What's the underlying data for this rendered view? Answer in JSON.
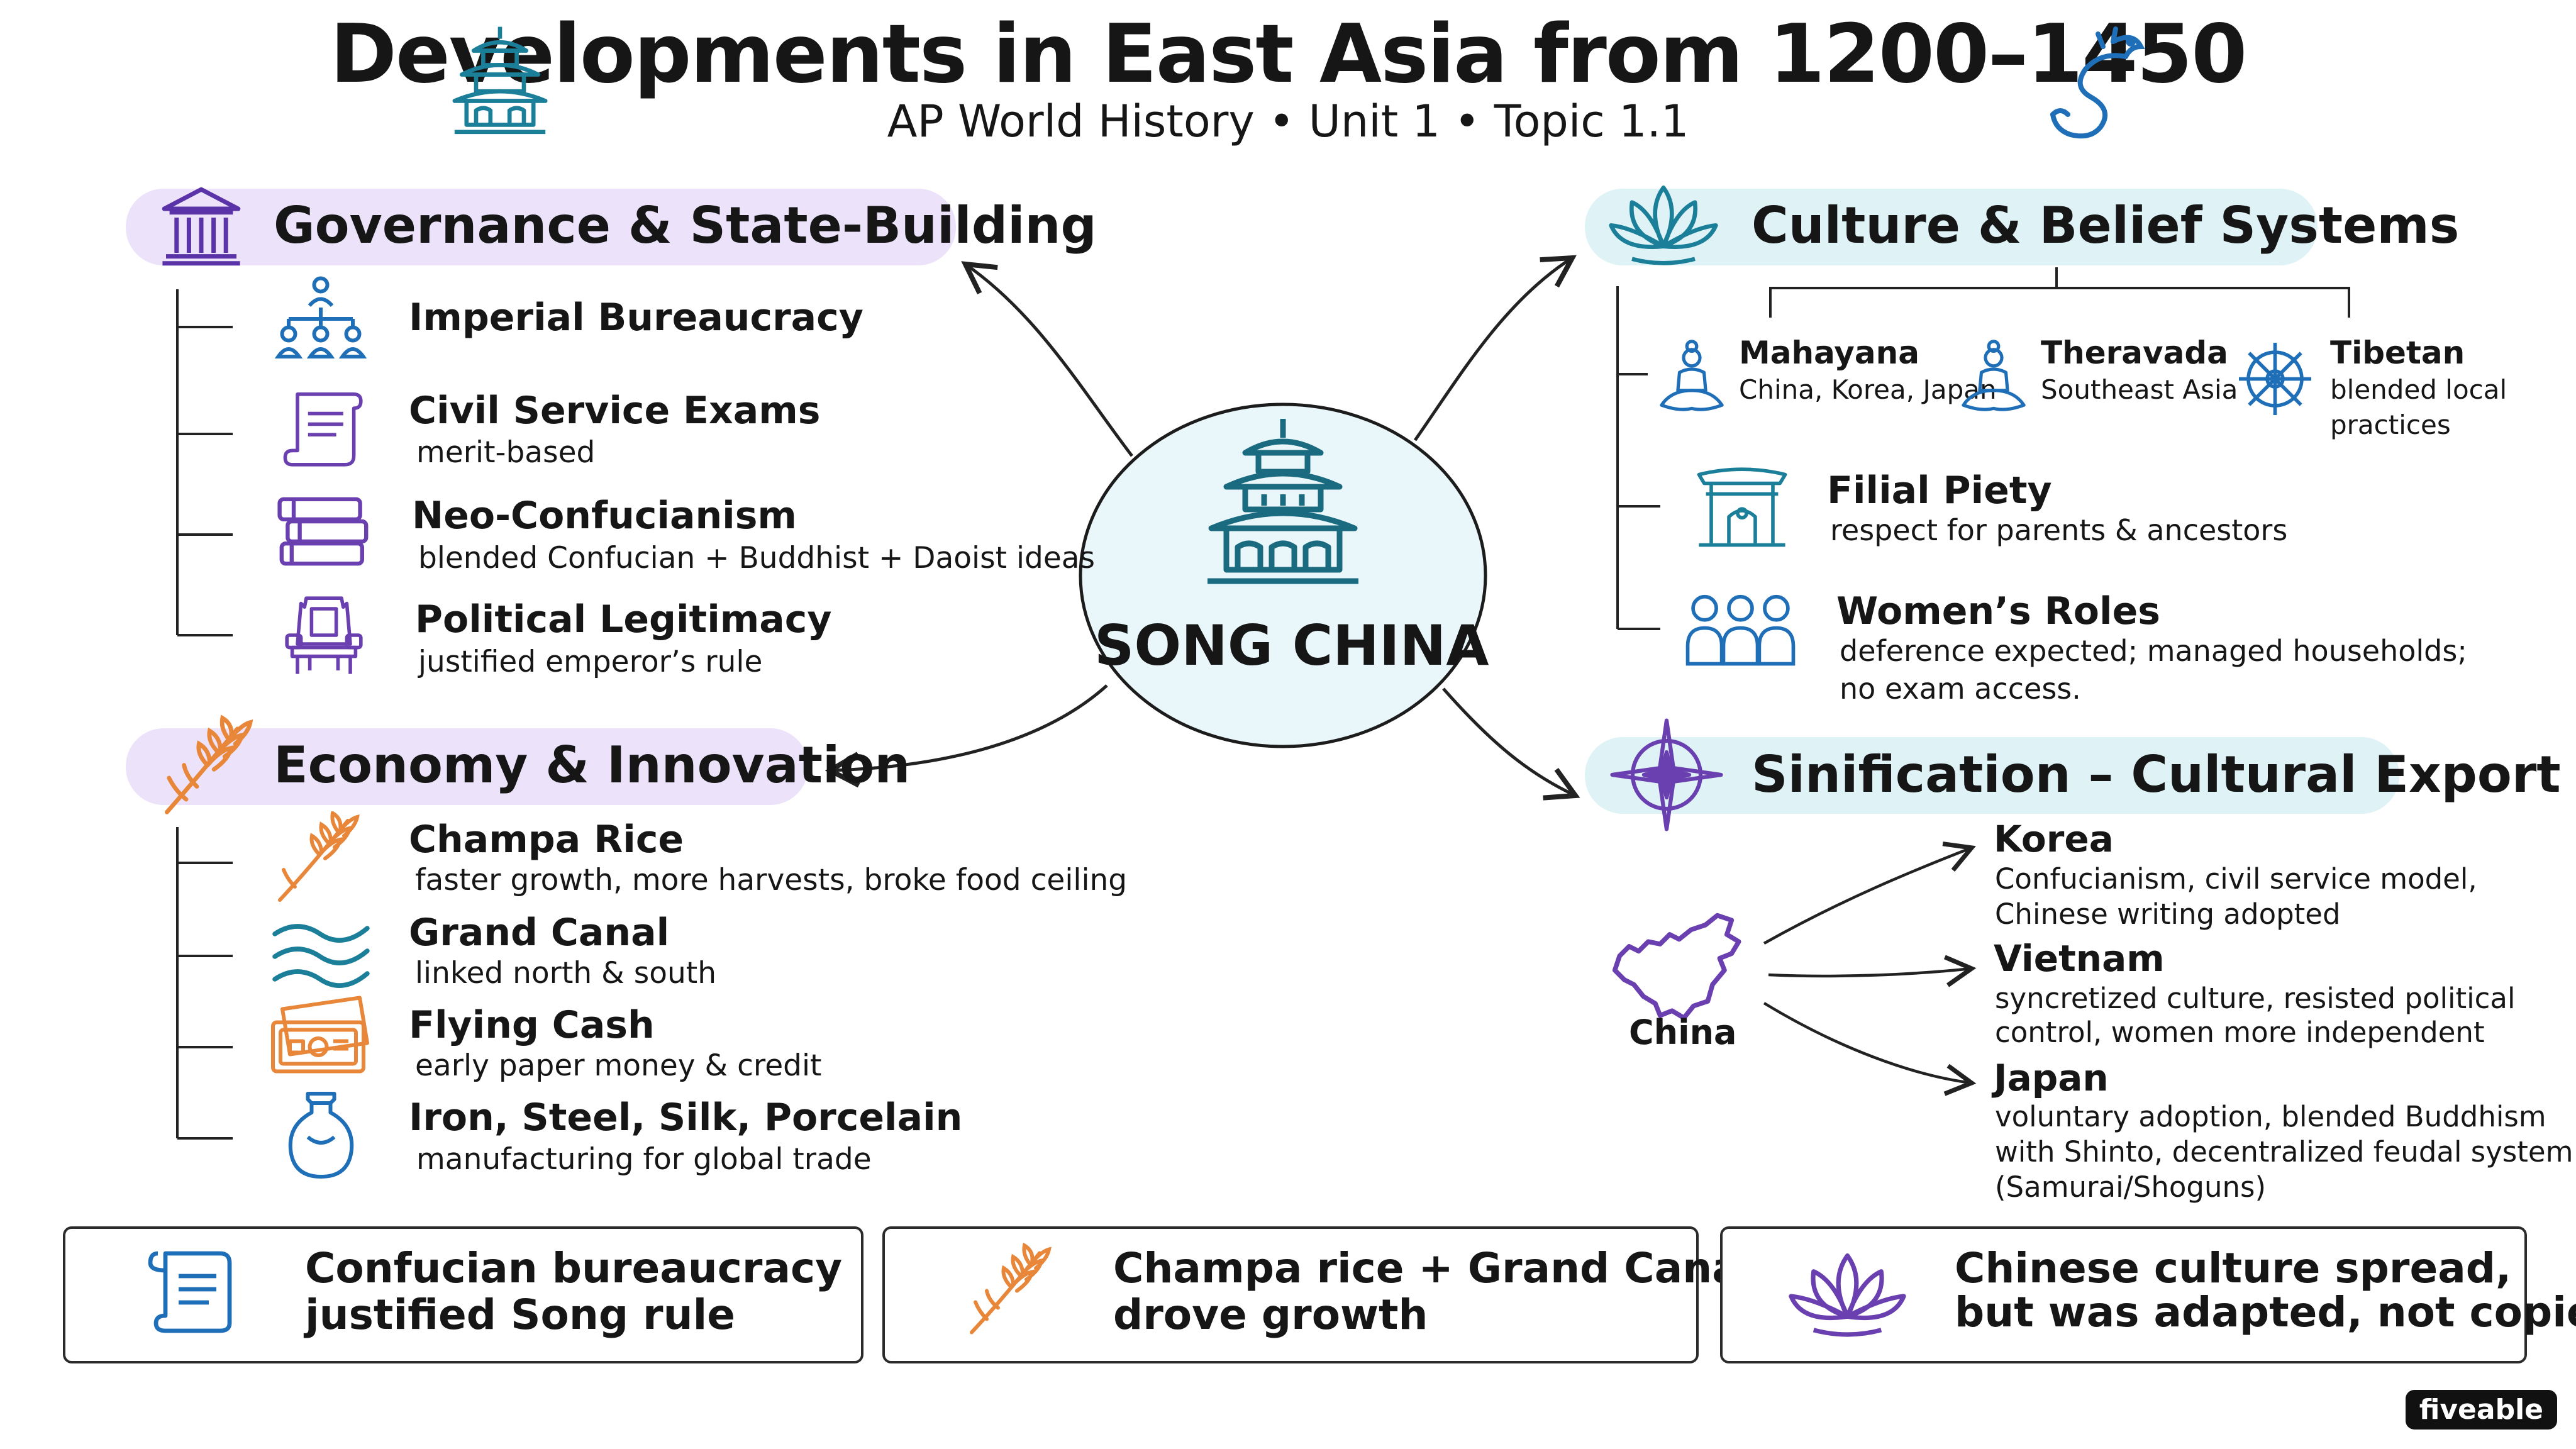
{
  "header": {
    "title": "Developments in East Asia from 1200–1450",
    "subtitle": "AP World History • Unit 1 • Topic 1.1"
  },
  "center": {
    "label": "SONG CHINA"
  },
  "governance": {
    "title": "Governance & State-Building",
    "items": [
      {
        "title": "Imperial Bureaucracy",
        "sub": ""
      },
      {
        "title": "Civil Service Exams",
        "sub": "merit-based"
      },
      {
        "title": "Neo-Confucianism",
        "sub": "blended Confucian + Buddhist + Daoist ideas"
      },
      {
        "title": "Political Legitimacy",
        "sub": "justified emperor’s rule"
      }
    ]
  },
  "economy": {
    "title": "Economy & Innovation",
    "items": [
      {
        "title": "Champa Rice",
        "sub": "faster growth, more harvests, broke food ceiling"
      },
      {
        "title": "Grand Canal",
        "sub": "linked north & south"
      },
      {
        "title": "Flying Cash",
        "sub": "early paper money & credit"
      },
      {
        "title": "Iron, Steel, Silk, Porcelain",
        "sub": "manufacturing for global trade"
      }
    ]
  },
  "culture": {
    "title": "Culture & Belief Systems",
    "religions": [
      {
        "title": "Mahayana",
        "lines": [
          "China, Korea, Japan"
        ]
      },
      {
        "title": "Theravada",
        "lines": [
          "Southeast Asia"
        ]
      },
      {
        "title": "Tibetan",
        "lines": [
          "blended local",
          "practices"
        ]
      }
    ],
    "items": [
      {
        "title": "Filial Piety",
        "lines": [
          "respect for parents & ancestors"
        ]
      },
      {
        "title": "Women’s Roles",
        "lines": [
          "deference expected; managed households;",
          "no exam access."
        ]
      }
    ]
  },
  "sinification": {
    "title": "Sinification – Cultural Export",
    "source": "China",
    "targets": [
      {
        "title": "Korea",
        "lines": [
          "Confucianism, civil service model,",
          "Chinese writing adopted"
        ]
      },
      {
        "title": "Vietnam",
        "lines": [
          "syncretized culture, resisted political",
          "control, women more independent"
        ]
      },
      {
        "title": "Japan",
        "lines": [
          "voluntary adoption, blended Buddhism",
          "with Shinto, decentralized feudal system",
          "(Samurai/Shoguns)"
        ]
      }
    ]
  },
  "summary": [
    {
      "lines": [
        "Confucian bureaucracy",
        "justified Song rule"
      ]
    },
    {
      "lines": [
        "Champa rice + Grand Canal",
        "drove growth"
      ]
    },
    {
      "lines": [
        "Chinese culture spread,",
        "but was adapted, not copied"
      ]
    }
  ],
  "brand": "fiveable",
  "colors": {
    "blue": "#1f6fb8",
    "purple": "#6a3fb0",
    "orange": "#e8873a",
    "teal": "#1b7f9a",
    "pill_purple": "#ece3fa",
    "pill_teal": "#dff3f7",
    "center_glow": "#d7f0f5"
  }
}
